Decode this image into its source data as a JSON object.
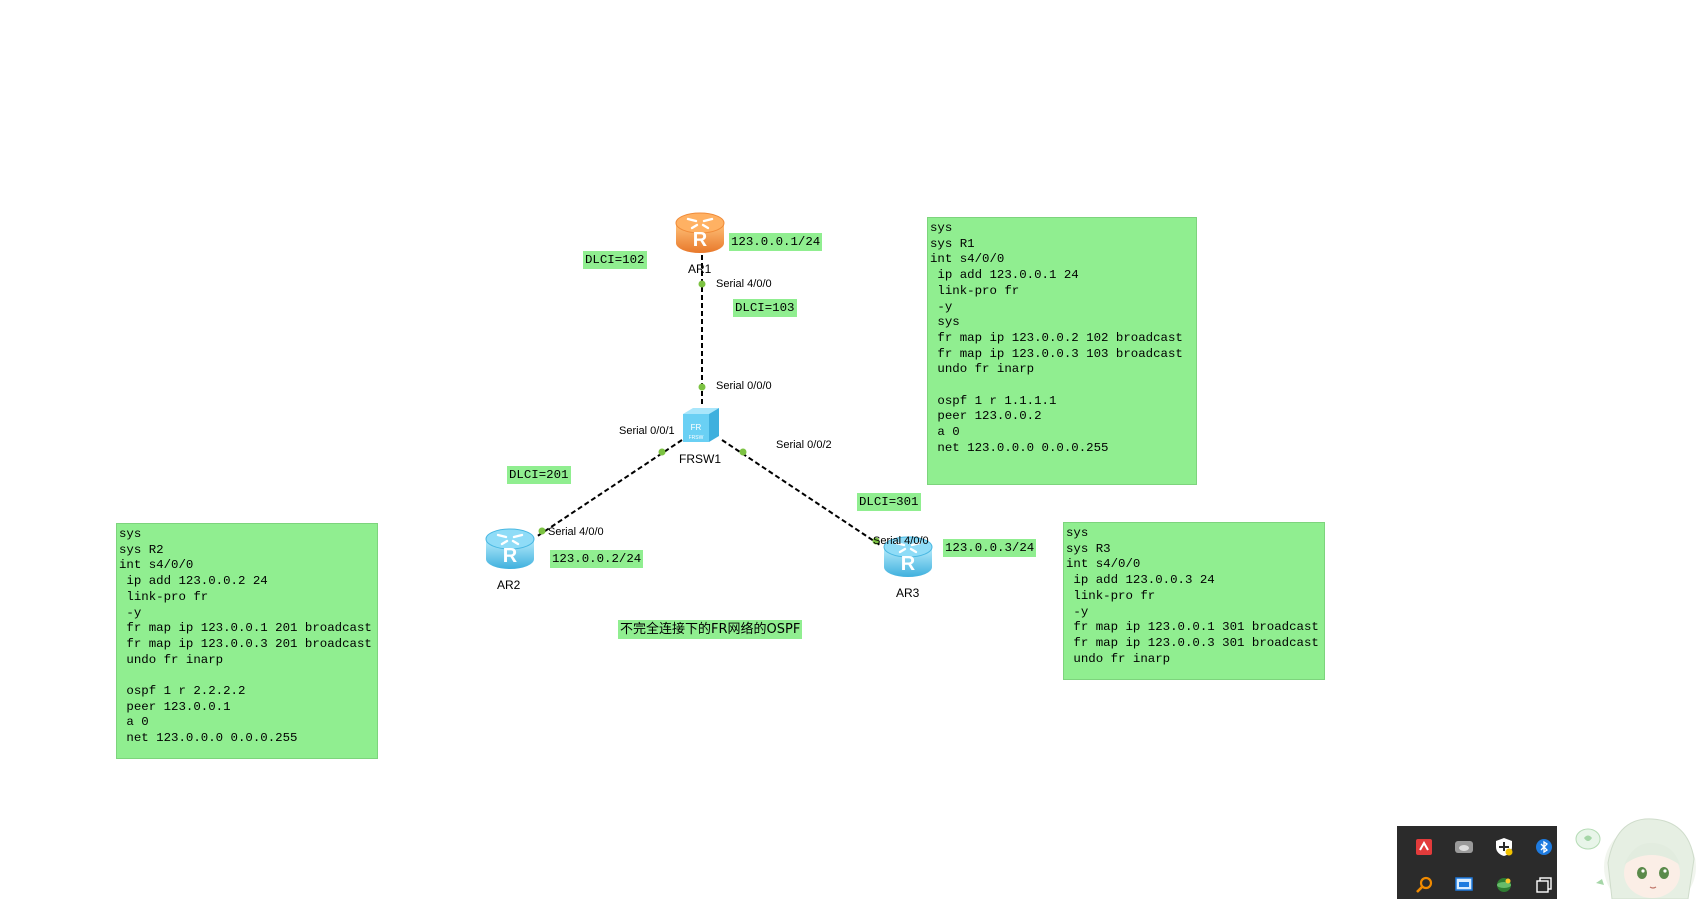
{
  "topology": {
    "title": "不完全连接下的FR网络的OSPF",
    "devices": [
      {
        "id": "ar1",
        "label": "AR1",
        "type": "router",
        "color": "#f59a4a"
      },
      {
        "id": "frsw1",
        "label": "FRSW1",
        "type": "fr-switch",
        "color": "#5ec8ee"
      },
      {
        "id": "ar2",
        "label": "AR2",
        "type": "router",
        "color": "#5ec8ee"
      },
      {
        "id": "ar3",
        "label": "AR3",
        "type": "router",
        "color": "#5ec8ee"
      }
    ],
    "ports": {
      "ar1_s400": "Serial 4/0/0",
      "frsw_s000": "Serial 0/0/0",
      "frsw_s001": "Serial 0/0/1",
      "frsw_s002": "Serial 0/0/2",
      "ar2_s400": "Serial 4/0/0",
      "ar3_s400": "Serial 4/0/0"
    },
    "ip_tags": {
      "ar1": "123.0.0.1/24",
      "ar2": "123.0.0.2/24",
      "ar3": "123.0.0.3/24"
    },
    "dlci_tags": {
      "d102": "DLCI=102",
      "d103": "DLCI=103",
      "d201": "DLCI=201",
      "d301": "DLCI=301"
    },
    "link_color": "#000000",
    "port_dot_color": "#7cc242"
  },
  "notes": {
    "r1": "sys\nsys R1\nint s4/0/0\n ip add 123.0.0.1 24\n link-pro fr\n -y\n sys\n fr map ip 123.0.0.2 102 broadcast\n fr map ip 123.0.0.3 103 broadcast\n undo fr inarp\n\n ospf 1 r 1.1.1.1\n peer 123.0.0.2\n a 0\n net 123.0.0.0 0.0.0.255",
    "r2": "sys\nsys R2\nint s4/0/0\n ip add 123.0.0.2 24\n link-pro fr\n -y\n fr map ip 123.0.0.1 201 broadcast\n fr map ip 123.0.0.3 201 broadcast\n undo fr inarp\n\n ospf 1 r 2.2.2.2\n peer 123.0.0.1\n a 0\n net 123.0.0.0 0.0.0.255",
    "r3": "sys\nsys R3\nint s4/0/0\n ip add 123.0.0.3 24\n link-pro fr\n -y\n fr map ip 123.0.0.1 301 broadcast\n fr map ip 123.0.0.3 301 broadcast\n undo fr inarp",
    "note_color": "#90ee90"
  },
  "tray": {
    "icons": [
      "pdf-icon",
      "cloud-icon",
      "shield-icon",
      "bluetooth-icon",
      "search-icon",
      "display-icon",
      "globe-icon",
      "window-icon"
    ]
  }
}
